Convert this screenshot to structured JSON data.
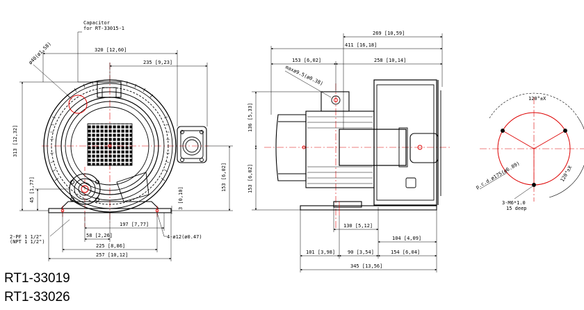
{
  "models": [
    "RT1-33019",
    "RT1-33026"
  ],
  "front_view": {
    "capacitor_note": [
      "Capacitor",
      "for RT-33015-1"
    ],
    "dims": {
      "width_overall": "320 [12,60]",
      "center_to_right": "235 [9,23]",
      "hole_dia": "ø40(ø1,58)",
      "height_overall": "313 [12,32]",
      "inlet_height": "45 [1,77]",
      "flange_offset": "3 [0,10]",
      "outlet_height": "153 [6,02]",
      "foot_span": "197 [7,77]",
      "foot_center": "58 [2,26]",
      "foot_holes": "4-ø12(ø0.47)",
      "base_width": "225 [8,86]",
      "base_overall": "257 [10,12]"
    },
    "port_note": [
      "2-PF 1 1/2\"",
      "(NPT 1 1/2\")"
    ]
  },
  "side_view": {
    "dims": {
      "top_1": "269 [10,59]",
      "top_2": "411 [16,18]",
      "top_3": "153 [6,02]",
      "top_4": "258 [10,14]",
      "max_dia": "maxø9.5(ø0.38)",
      "upper_height": "136 [5,33]",
      "lower_height": "153 [6,02]",
      "foot_width": "130 [5,12]",
      "foot_to_end": "104 [4,09]",
      "seg_1": "101 [3,98]",
      "seg_2": "90 [3,54]",
      "seg_3": "154 [6,04]",
      "overall": "345 [13,56]"
    }
  },
  "flange_view": {
    "angle_top": "120°±X",
    "angle_side": "120°±X",
    "pcd": "p.c.d.ø175(ø6.89)",
    "thread_note": [
      "3-M6*1.0",
      "15 deep"
    ]
  }
}
